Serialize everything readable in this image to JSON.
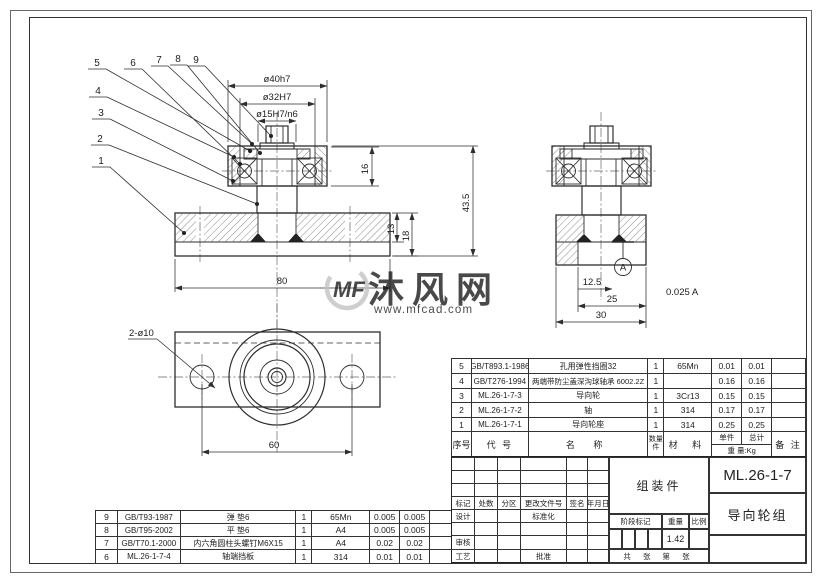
{
  "watermark": {
    "logo": "MF",
    "brand": "沐风网",
    "url": "www.mfcad.com"
  },
  "balloons": {
    "b1": "1",
    "b2": "2",
    "b3": "3",
    "b4": "4",
    "b5": "5",
    "b6": "6",
    "b7": "7",
    "b8": "8",
    "b9": "9"
  },
  "front_view": {
    "dia40": "ø40h7",
    "dia32": "ø32H7",
    "dia15": "ø15H7/n6",
    "h16": "16",
    "h13": "13",
    "h18": "18",
    "w80": "80"
  },
  "side_view": {
    "h435": "43.5",
    "w125": "12.5",
    "w25": "25",
    "w30": "30",
    "datum": "A",
    "tolerance": "0.025  A"
  },
  "top_view": {
    "holes": "2-ø10",
    "w60": "60"
  },
  "bom": {
    "headers": {
      "seq": "序号",
      "code": "代 号",
      "name": "名 称",
      "qty_top": "数量",
      "qty_bottom": "件",
      "material": "材 料",
      "unit": "单件",
      "total": "总计",
      "weight": "重 量:Kg",
      "remark": "备 注"
    },
    "rows": [
      {
        "seq": "5",
        "code": "GB/T893.1-1986",
        "name": "孔用弹性挡圈32",
        "qty": "1",
        "material": "65Mn",
        "unit": "0.01",
        "total": "0.01",
        "remark": ""
      },
      {
        "seq": "4",
        "code": "GB/T276-1994",
        "name": "两端带防尘盖深沟球轴承 6002.2Z",
        "qty": "1",
        "material": "",
        "unit": "0.16",
        "total": "0.16",
        "remark": ""
      },
      {
        "seq": "3",
        "code": "ML.26-1-7-3",
        "name": "导向轮",
        "qty": "1",
        "material": "3Cr13",
        "unit": "0.15",
        "total": "0.15",
        "remark": ""
      },
      {
        "seq": "2",
        "code": "ML.26-1-7-2",
        "name": "轴",
        "qty": "1",
        "material": "314",
        "unit": "0.17",
        "total": "0.17",
        "remark": ""
      },
      {
        "seq": "1",
        "code": "ML.26-1-7-1",
        "name": "导向轮座",
        "qty": "1",
        "material": "314",
        "unit": "0.25",
        "total": "0.25",
        "remark": ""
      }
    ],
    "rows2": [
      {
        "seq": "9",
        "code": "GB/T93-1987",
        "name": "弹 垫6",
        "qty": "1",
        "material": "65Mn",
        "unit": "0.005",
        "total": "0.005",
        "remark": ""
      },
      {
        "seq": "8",
        "code": "GB/T95-2002",
        "name": "平 垫6",
        "qty": "1",
        "material": "A4",
        "unit": "0.005",
        "total": "0.005",
        "remark": ""
      },
      {
        "seq": "7",
        "code": "GB/T70.1-2000",
        "name": "内六角圆柱头螺钉M6X15",
        "qty": "1",
        "material": "A4",
        "unit": "0.02",
        "total": "0.02",
        "remark": ""
      },
      {
        "seq": "6",
        "code": "ML.26-1-7-4",
        "name": "轴端挡板",
        "qty": "1",
        "material": "314",
        "unit": "0.01",
        "total": "0.01",
        "remark": ""
      }
    ]
  },
  "title_block": {
    "assembly": "组装件",
    "drawing_no": "ML.26-1-7",
    "product": "导向轮组",
    "rev": [
      "标记",
      "处数",
      "分区",
      "更改文件号",
      "签名",
      "年月日"
    ],
    "design": "设计",
    "standard": "标准化",
    "review": "审核",
    "process": "工艺",
    "approve": "批准",
    "stage": "阶段标记",
    "weight": "重量",
    "scale": "比例",
    "weight_value": "1.42",
    "sheets": "共 张 第 张"
  }
}
